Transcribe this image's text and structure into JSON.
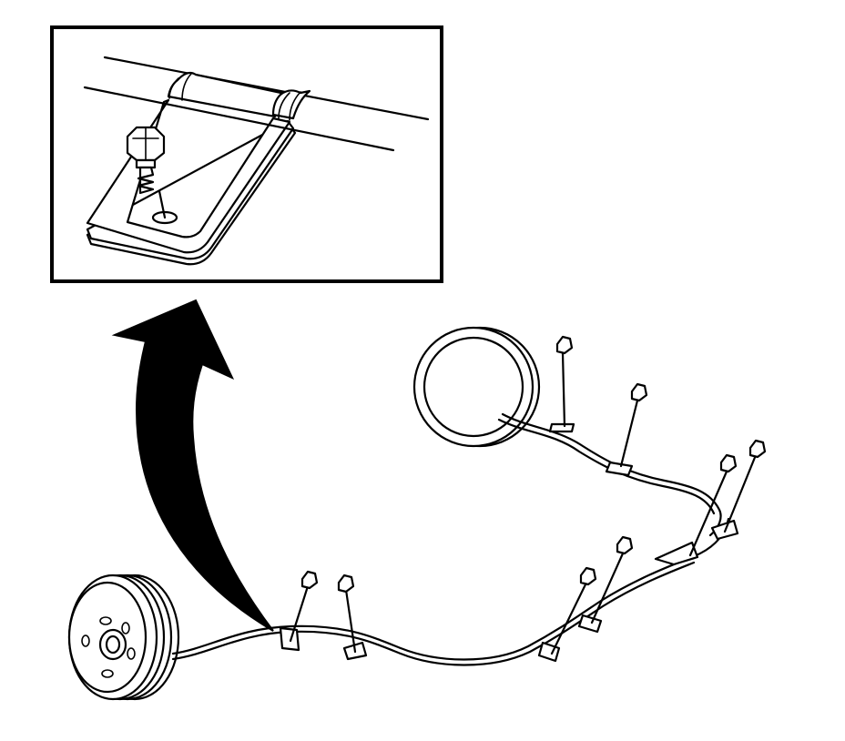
{
  "illustration": {
    "detail_inset": {
      "part": "brake-line-clip",
      "fastener": "bolt"
    },
    "callout_arrow": {
      "direction": "up",
      "color": "#000000"
    },
    "components": [
      "rear-brake-drum",
      "brake-backing-plate",
      "brake-cable",
      "cable-clips",
      "clip-bolts"
    ]
  },
  "colors": {
    "line": "#000000",
    "background": "#ffffff"
  }
}
